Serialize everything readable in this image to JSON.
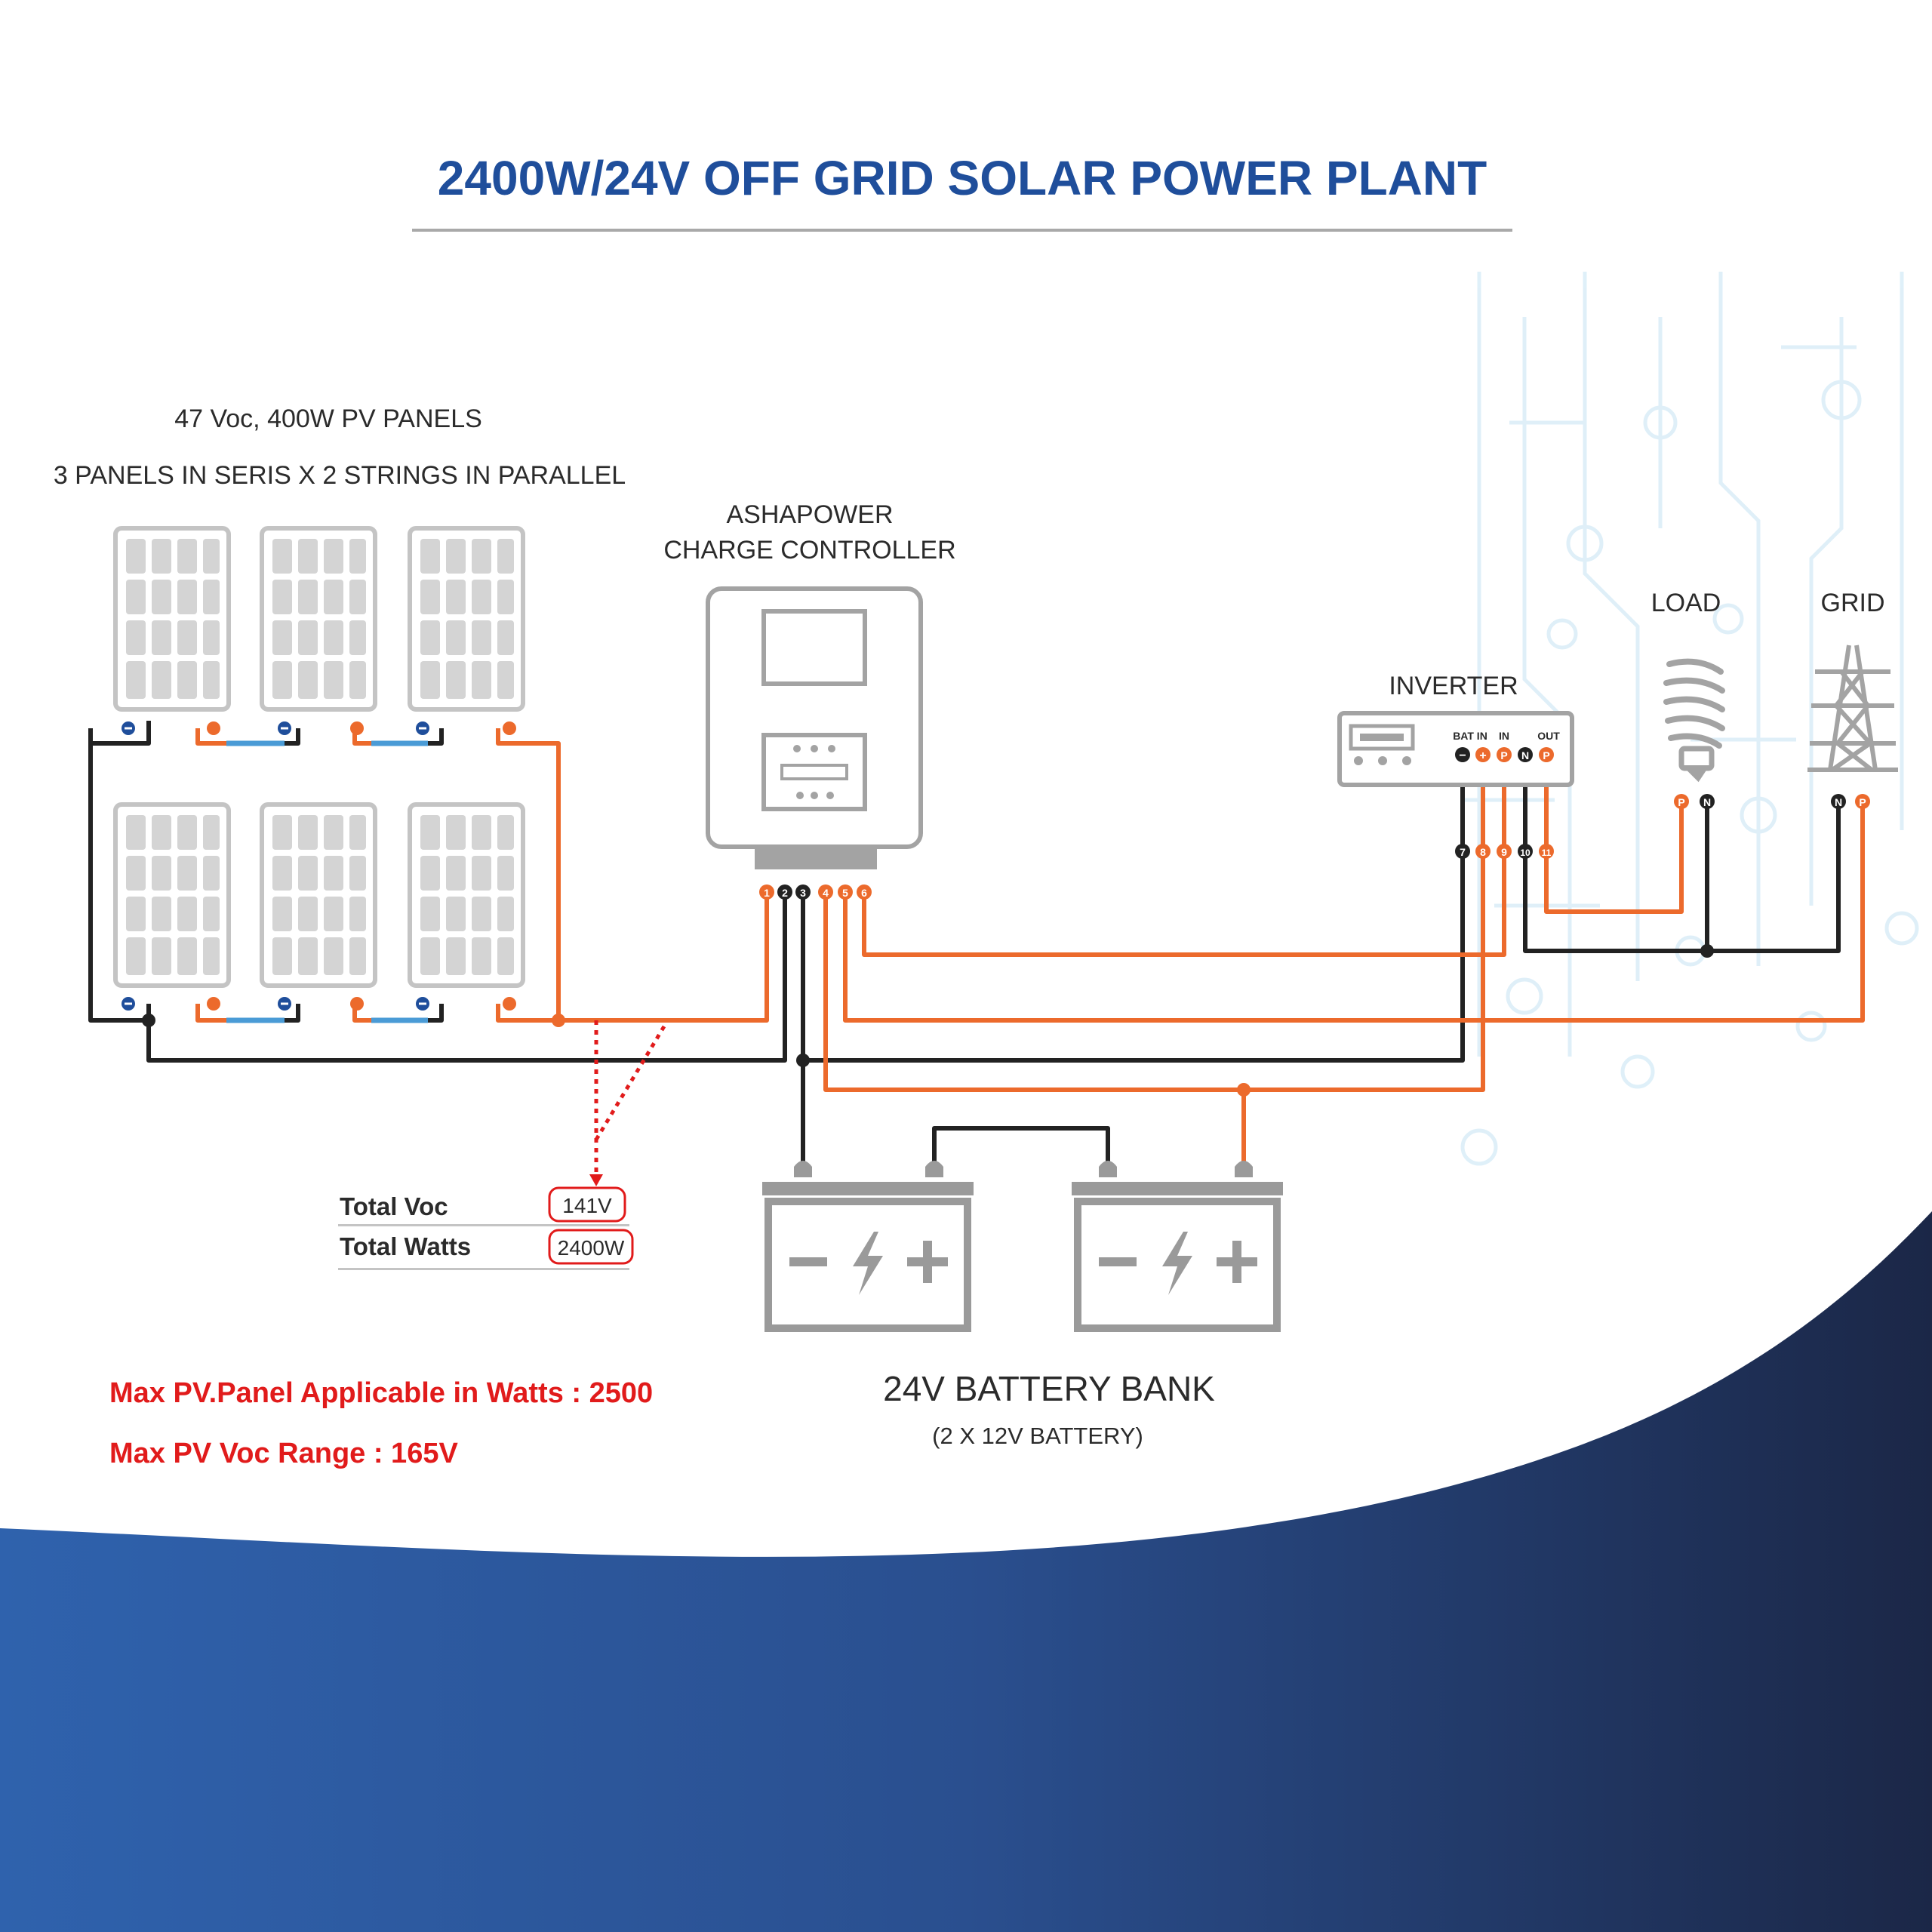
{
  "title": "2400W/24V OFF GRID SOLAR POWER PLANT",
  "pv": {
    "spec": "47 Voc, 400W PV PANELS",
    "config": "3 PANELS IN SERIS X 2 STRINGS IN PARALLEL"
  },
  "controller": {
    "line1": "ASHAPOWER",
    "line2": "CHARGE CONTROLLER"
  },
  "inverter": {
    "label": "INVERTER",
    "bat_in": "BAT IN",
    "in": "IN",
    "out": "OUT"
  },
  "load": {
    "label": "LOAD"
  },
  "grid": {
    "label": "GRID"
  },
  "totals": {
    "voc_label": "Total Voc",
    "voc_value": "141V",
    "watts_label": "Total Watts",
    "watts_value": "2400W"
  },
  "limits": {
    "max_watts": "Max PV.Panel Applicable in Watts : 2500",
    "max_voc": "Max PV Voc Range : 165V"
  },
  "battery": {
    "label": "24V BATTERY BANK",
    "sub": "(2 X 12V BATTERY)"
  },
  "terminals": {
    "controller": [
      "1",
      "2",
      "3",
      "4",
      "5",
      "6"
    ],
    "inverter": [
      "7",
      "8",
      "9",
      "10",
      "11"
    ],
    "inverter_top": [
      "−",
      "+",
      "P",
      "N",
      "P"
    ],
    "load": [
      "P",
      "N"
    ],
    "grid": [
      "N",
      "P"
    ]
  },
  "colors": {
    "positive": "#ec6a2c",
    "negative": "#222222",
    "panel_link": "#4a9bd6",
    "title": "#1f4e9b",
    "alert": "#e11b1b",
    "navy": "#1c2a4f"
  }
}
